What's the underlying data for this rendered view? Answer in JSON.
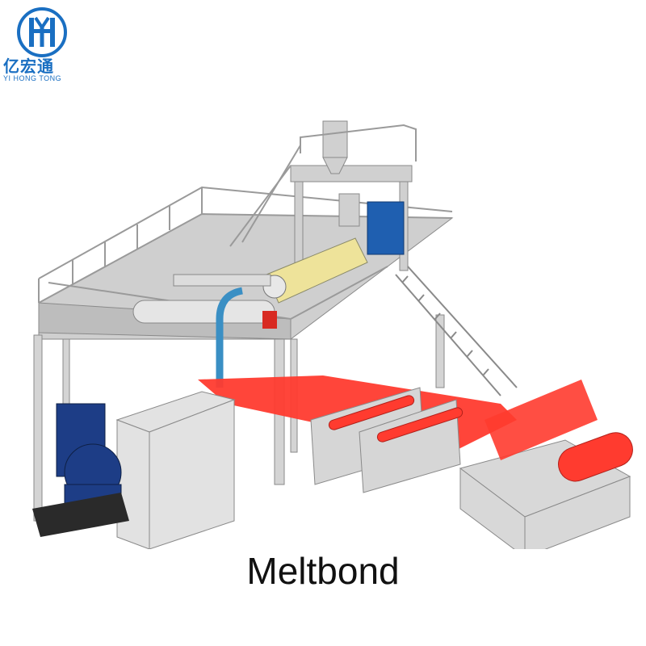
{
  "brand": {
    "name_cn": "亿宏通",
    "name_en": "YI HONG TONG",
    "color": "#1a6fc2"
  },
  "caption": "Meltbond",
  "colors": {
    "fabric": "#ff3b2f",
    "machine": "#d9d9d9",
    "extruder": "#eee39a",
    "motor": "#1d3d86",
    "duct": "#3a8fc4"
  }
}
